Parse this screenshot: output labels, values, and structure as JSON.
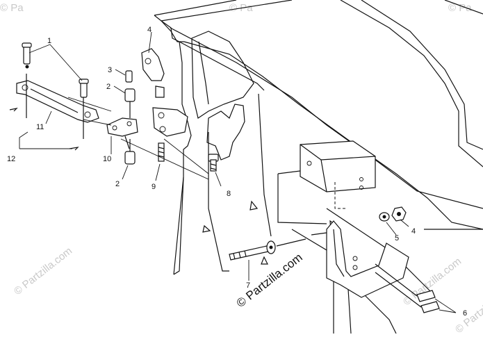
{
  "watermarks": {
    "main": "© Partzilla.com",
    "faint": [
      "© Pa",
      "© Pa",
      "© Pa",
      "© Partzilla.com",
      "© Partzilla.com",
      "© Partzilla.com",
      "© Pa"
    ]
  },
  "callouts": [
    "1",
    "3",
    "2",
    "4",
    "11",
    "12",
    "10",
    "2",
    "9",
    "8",
    "4",
    "5",
    "7",
    "6"
  ]
}
